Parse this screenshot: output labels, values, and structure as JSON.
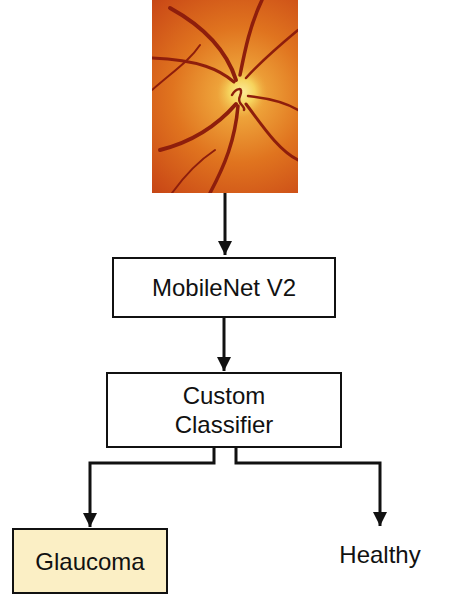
{
  "diagram": {
    "nodes": [
      {
        "text": [
          "MobileNet V2"
        ]
      },
      {
        "text": [
          "Custom Classifier"
        ]
      },
      {
        "text": [
          "Glaucoma"
        ]
      }
    ],
    "edges": [
      {
        "from": 0,
        "to": 1,
        "arrow": "to"
      },
      {
        "from": 1,
        "to": 2,
        "arrow": "to"
      }
    ],
    "labels": [
      "Healthy"
    ]
  }
}
